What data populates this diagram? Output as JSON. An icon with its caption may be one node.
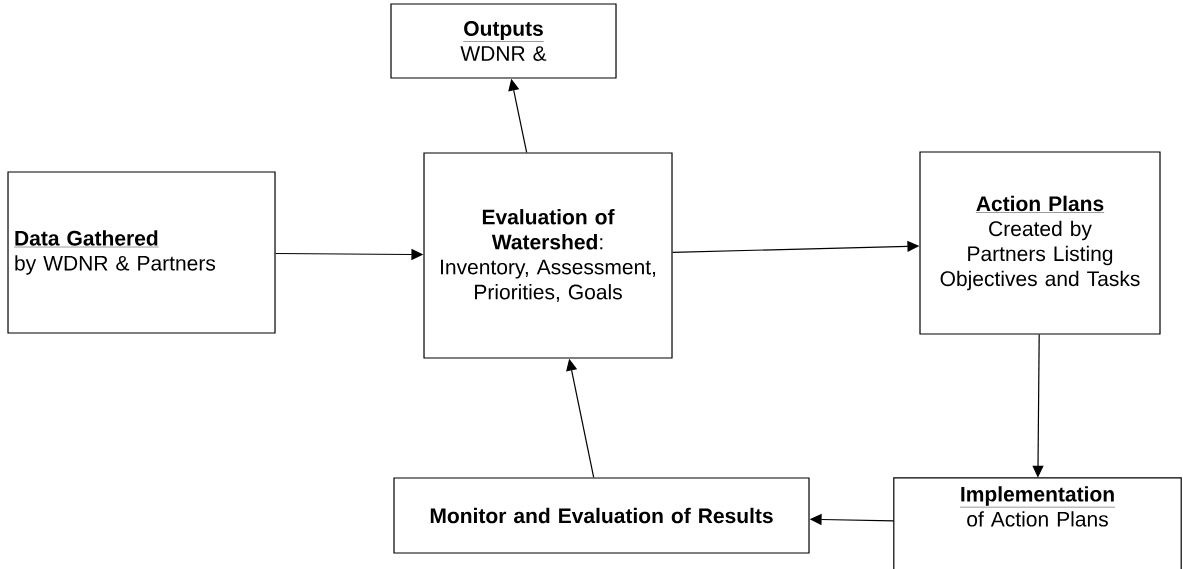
{
  "diagram": {
    "nodes": [
      {
        "text": [
          "Outputs",
          "WDNR &"
        ]
      },
      {
        "text": [
          "Data Gathered",
          "by WDNR & Partners"
        ]
      },
      {
        "text": [
          "**Evaluation of Watershed**:",
          "Inventory, Assessment, Priorities, Goals"
        ]
      },
      {
        "text": [
          "Action Plans",
          "Created by Partners Listing Objectives and Tasks"
        ]
      },
      {
        "text": [
          "Monitor and Evaluation of Results"
        ]
      },
      {
        "text": [
          "Implementation",
          "of Action Plans"
        ]
      }
    ],
    "edges": [
      {
        "from": 1,
        "to": 2,
        "arrow": "to"
      },
      {
        "from": 2,
        "to": 0,
        "arrow": "to"
      },
      {
        "from": 2,
        "to": 3,
        "arrow": "to"
      },
      {
        "from": 3,
        "to": 5,
        "arrow": "to"
      },
      {
        "from": 5,
        "to": 4,
        "arrow": "to"
      },
      {
        "from": 4,
        "to": 2,
        "arrow": "to"
      }
    ]
  }
}
